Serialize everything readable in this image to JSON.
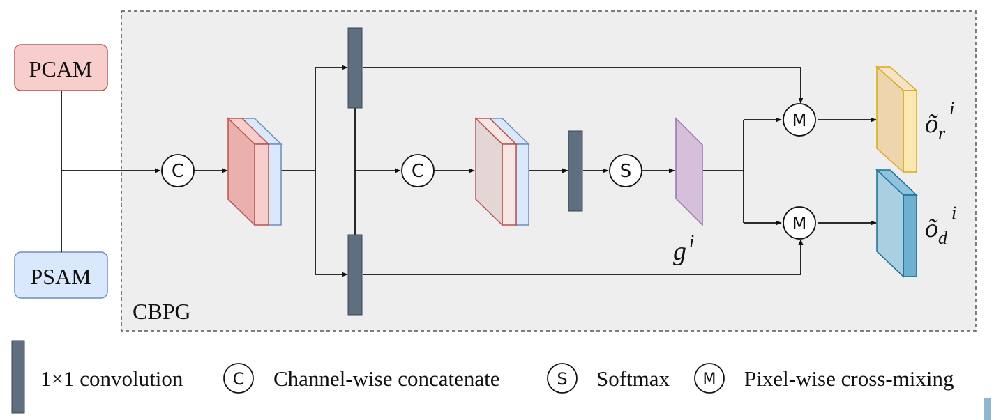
{
  "inputs": {
    "pcam": "PCAM",
    "psam": "PSAM"
  },
  "module_label": "CBPG",
  "operators": {
    "concat": "C",
    "softmax": "S",
    "mix": "M"
  },
  "outputs": {
    "gate": {
      "base": "g",
      "sup": "i"
    },
    "out_r": {
      "base": "õ",
      "sub": "r",
      "sup": "i"
    },
    "out_d": {
      "base": "õ",
      "sub": "d",
      "sup": "i"
    }
  },
  "legend": {
    "conv": "1×1 convolution",
    "concat_sym": "C",
    "concat": "Channel-wise concatenate",
    "softmax_sym": "S",
    "softmax": "Softmax",
    "mix_sym": "M",
    "mix": "Pixel-wise cross-mixing"
  },
  "colors": {
    "pcam_fill": "#f8cecc",
    "pcam_stroke": "#b85450",
    "psam_fill": "#dae8fc",
    "psam_stroke": "#6c8ebf",
    "conv_fill": "#5f6f80",
    "module_bg": "#eeeeee",
    "gate_fill": "#d5bfdb",
    "gate_stroke": "#9673a6",
    "out_r_fill": "#f3d6b0",
    "out_r_stroke": "#d6a91f",
    "out_d_fill": "#a9cfe0",
    "out_d_stroke": "#1a6f96"
  }
}
